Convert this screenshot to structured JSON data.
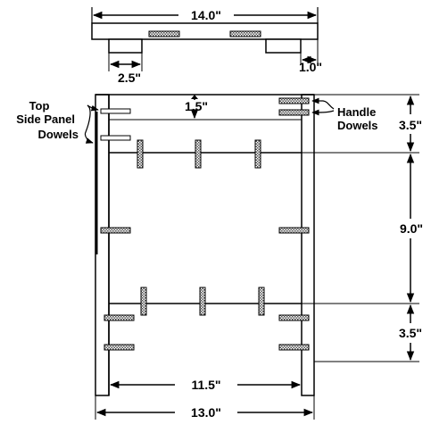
{
  "dimensions": {
    "top_width": "14.0\"",
    "foot_width": "2.5\"",
    "foot_inset": "1.0\"",
    "top_gap": "1.5\"",
    "upper_height": "3.5\"",
    "middle_height": "9.0\"",
    "lower_height": "3.5\"",
    "inner_width": "11.5\"",
    "outer_width": "13.0\""
  },
  "labels": {
    "top_side_panel_line1": "Top",
    "top_side_panel_line2": "Side Panel",
    "top_side_panel_line3": "Dowels",
    "handle_line1": "Handle",
    "handle_line2": "Dowels"
  },
  "colors": {
    "line": "#000000",
    "dowel_fill": "#9a9a9a",
    "background": "#ffffff"
  }
}
